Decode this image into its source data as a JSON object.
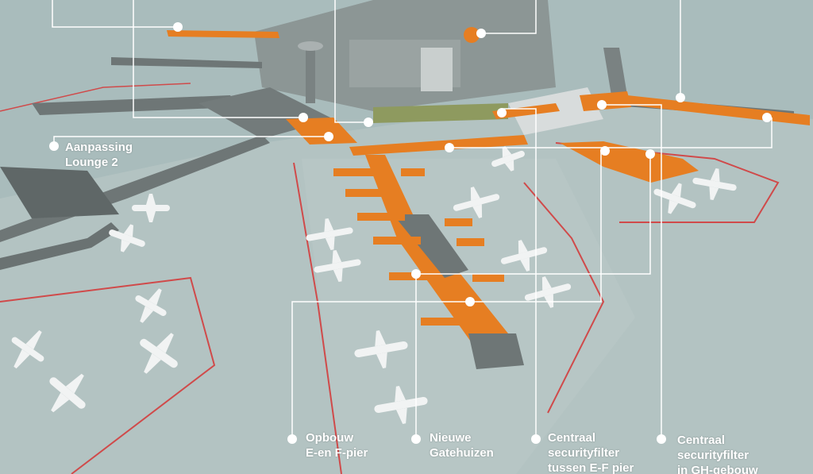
{
  "colors": {
    "background": "#9fb3b3",
    "apron": "#aebebd",
    "building": "#6e7676",
    "highlight": "#e67e22",
    "callout": "#ffffff",
    "boundary": "#d04a4a"
  },
  "callouts": [
    {
      "id": "lounge2",
      "lines": [
        "Aanpassing",
        "Lounge 2"
      ]
    },
    {
      "id": "ef-pier",
      "lines": [
        "Opbouw",
        "E-en F-pier"
      ]
    },
    {
      "id": "gatehuizen",
      "lines": [
        "Nieuwe",
        "Gatehuizen"
      ]
    },
    {
      "id": "filter-ef",
      "lines": [
        "Centraal",
        "securityfilter",
        "tussen  E-F pier"
      ]
    },
    {
      "id": "filter-gh",
      "lines": [
        "Centraal",
        "securityfilter",
        "in GH-gebouw"
      ]
    }
  ]
}
